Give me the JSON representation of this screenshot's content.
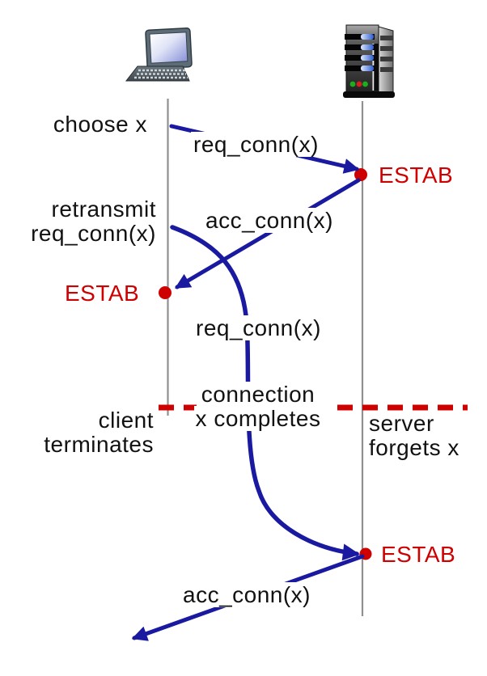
{
  "diagram_title": "connection handshake retransmission scenario",
  "colors": {
    "arrow_blue": "#1A1AA0",
    "state_red": "#CE0000",
    "lifeline_gray": "#909090",
    "text_black": "#111111"
  },
  "nodes": {
    "client_icon": "desktop-computer",
    "server_icon": "server-tower"
  },
  "labels": {
    "choose_x": "choose x",
    "req_conn_1": "req_conn(x)",
    "estab_1": "ESTAB",
    "retransmit_line1": "retransmit",
    "retransmit_line2": "req_conn(x)",
    "acc_conn_1": "acc_conn(x)",
    "estab_2": "ESTAB",
    "req_conn_2": "req_conn(x)",
    "connection_line1": "connection",
    "connection_line2": "x completes",
    "client_line1": "client",
    "client_line2": "terminates",
    "server_line1": "server",
    "server_line2": "forgets x",
    "estab_3": "ESTAB",
    "acc_conn_2": "acc_conn(x)"
  }
}
